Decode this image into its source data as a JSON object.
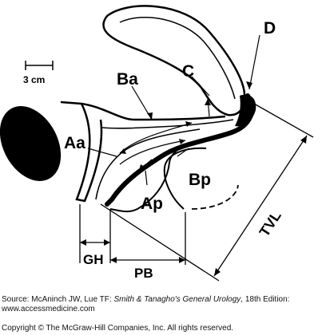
{
  "diagram": {
    "scale_label": "3 cm",
    "labels": {
      "D": "D",
      "C": "C",
      "Ba": "Ba",
      "Aa": "Aa",
      "Bp": "Bp",
      "Ap": "Ap",
      "GH": "GH",
      "PB": "PB",
      "TVL": "TVL"
    }
  },
  "credits": {
    "source_prefix": "Source: McAninch JW, Lue TF: ",
    "source_title": "Smith & Tanagho's General Urology",
    "source_suffix": ", 18th Edition:",
    "url": "www.accessmedicine.com",
    "copyright": "Copyright © The McGraw-Hill Companies, Inc. All rights reserved."
  },
  "colors": {
    "ink": "#000000",
    "background": "#ffffff"
  }
}
